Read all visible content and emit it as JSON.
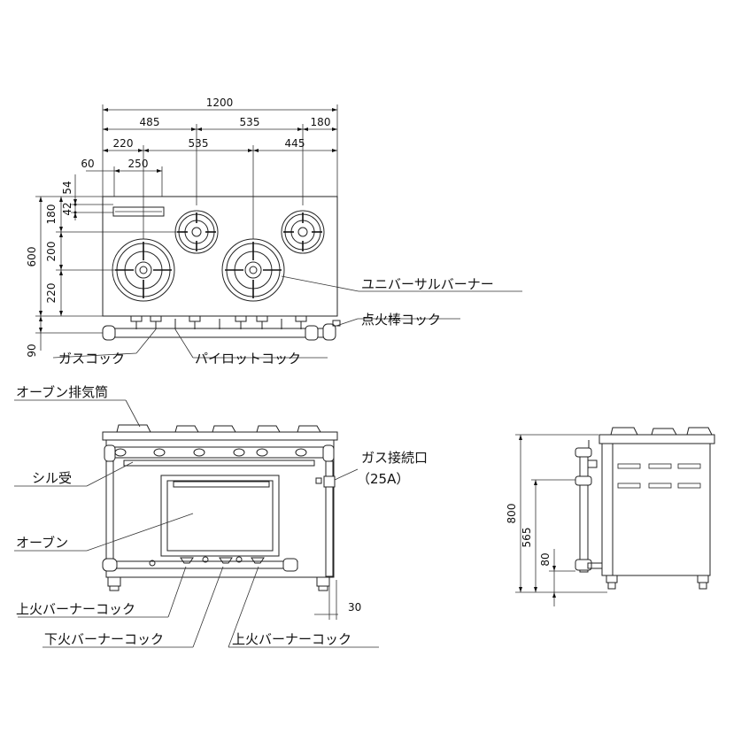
{
  "top_view": {
    "dims": {
      "total_width": "1200",
      "w_485": "485",
      "w_535_top": "535",
      "w_180": "180",
      "w_220": "220",
      "w_535": "535",
      "w_445": "445",
      "w_60": "60",
      "w_250": "250",
      "h_54": "54",
      "h_42": "42",
      "h_180": "180",
      "h_600": "600",
      "h_200": "200",
      "h_220": "220",
      "h_90": "90"
    },
    "labels": {
      "universal_burner": "ユニバーサルバーナー",
      "igniter_cock": "点火棒コック",
      "gas_cock": "ガスコック",
      "pilot_cock": "パイロットコック"
    }
  },
  "front_view": {
    "labels": {
      "oven_exhaust": "オーブン排気筒",
      "sill_tray": "シル受",
      "gas_connection": "ガス接続口",
      "gas_connection_size": "（25A）",
      "oven": "オーブン",
      "upper_burner_cock_left": "上火バーナーコック",
      "lower_burner_cock": "下火バーナーコック",
      "upper_burner_cock_right": "上火バーナーコック"
    },
    "dims": {
      "offset_30": "30"
    }
  },
  "side_view": {
    "dims": {
      "h_800": "800",
      "h_565": "565",
      "h_80": "80"
    }
  }
}
